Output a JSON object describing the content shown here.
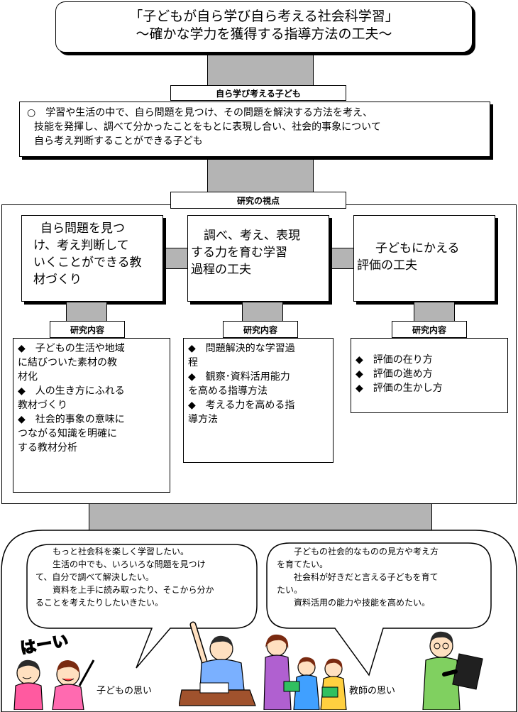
{
  "title": {
    "line1": "「子どもが自ら学び自ら考える社会科学習」",
    "line2": "～確かな学力を獲得する指導方法の工夫～"
  },
  "child_section": {
    "label": "自ら学び考える子ども",
    "line1": "○　学習や生活の中で、自ら問題を見つけ、その問題を解決する方法を考え、",
    "line2": "技能を発揮し、調べて分かったことをもとに表現し合い、社会的事象について",
    "line3": "自ら考え判断することができる子ども"
  },
  "research": {
    "label": "研究の視点",
    "viewpoints": [
      {
        "l1": "自ら問題を見つ",
        "l2": "け、考え判断して",
        "l3": "いくことができる教",
        "l4": "材づくり"
      },
      {
        "l1": "調べ、考え、表現",
        "l2": "する力を育む学習",
        "l3": "過程の工夫"
      },
      {
        "l1": "子どもにかえる",
        "l2": "評価の工夫"
      }
    ],
    "content_label": "研究内容",
    "contents": [
      [
        "◆　子どもの生活や地域",
        "に結びついた素材の教",
        "材化",
        "◆　人の生き方にふれる",
        "教材づくり",
        "◆　社会的事象の意味に",
        "つながる知識を明確に",
        "する教材分析"
      ],
      [
        "◆　問題解決的な学習過",
        "程",
        "◆　観察･資料活用能力",
        "を高める指導方法",
        "◆　考える力を高める指",
        "導方法"
      ],
      [
        "◆　評価の在り方",
        "◆　評価の進め方",
        "◆　評価の生かし方"
      ]
    ]
  },
  "wishes": {
    "children_bubble": [
      "もっと社会科を楽しく学習したい。",
      "生活の中でも、いろいろな問題を見つけ",
      "て、自分で調べて解決したい。",
      "資料を上手に読み取ったり、そこから分か",
      "ることを考えたりしたいきたい。"
    ],
    "teacher_bubble": [
      "子どもの社会的なものの見方や考え方",
      "を育てたい。",
      "社会科が好きだと言える子どもを育て",
      "たい。",
      "資料活用の能力や技能を高めたい。"
    ],
    "children_label": "子どもの思い",
    "teacher_label": "教師の思い",
    "shout": "はーい"
  }
}
